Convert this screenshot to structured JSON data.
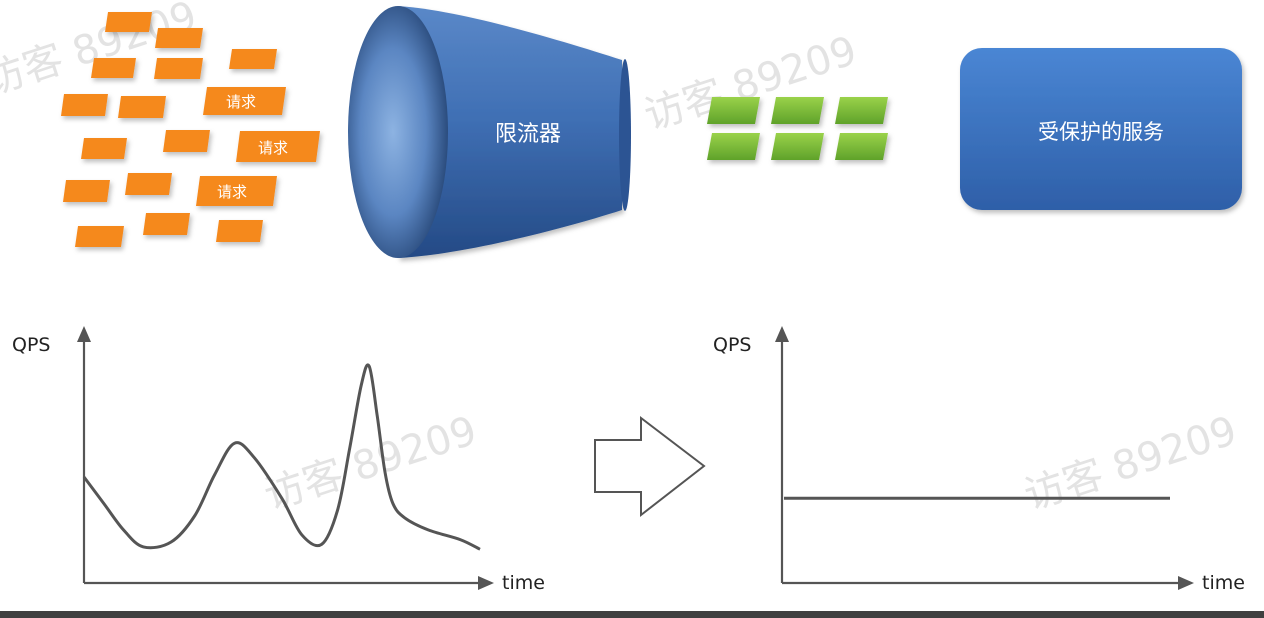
{
  "requests": {
    "label": "请求",
    "color": "#f5891f"
  },
  "limiter": {
    "label": "限流器",
    "color": "#3f6fb4"
  },
  "passed": {
    "color": "#7dbf2f"
  },
  "service": {
    "label": "受保护的服务",
    "color": "#3a6fc0"
  },
  "watermark": "访客 89209",
  "chart_data": [
    {
      "type": "line",
      "title": "",
      "ylabel": "QPS",
      "xlabel": "time",
      "description": "unlimited traffic: fluctuating QPS with a sharp spike",
      "series": [
        {
          "x": [
            0,
            0.05,
            0.1,
            0.15,
            0.22,
            0.28,
            0.33,
            0.38,
            0.43,
            0.5,
            0.55,
            0.6,
            0.64,
            0.67,
            0.7,
            0.72,
            0.74,
            0.76,
            0.78,
            0.81,
            0.87,
            0.95,
            1.0
          ],
          "values": [
            0.44,
            0.33,
            0.22,
            0.15,
            0.17,
            0.28,
            0.45,
            0.58,
            0.52,
            0.35,
            0.2,
            0.16,
            0.3,
            0.55,
            0.82,
            0.9,
            0.7,
            0.46,
            0.33,
            0.27,
            0.22,
            0.18,
            0.14
          ]
        }
      ]
    },
    {
      "type": "line",
      "title": "",
      "ylabel": "QPS",
      "xlabel": "time",
      "description": "rate-limited traffic: constant QPS",
      "series": [
        {
          "x": [
            0,
            1
          ],
          "values": [
            0.38,
            0.38
          ]
        }
      ]
    }
  ]
}
